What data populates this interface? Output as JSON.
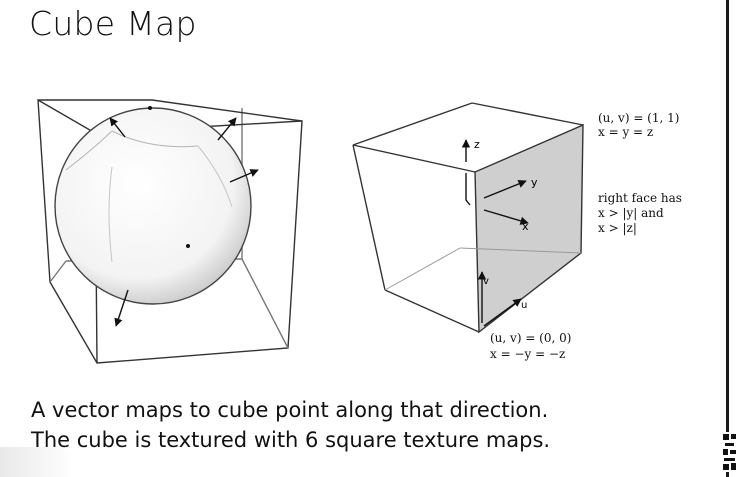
{
  "slide": {
    "title": "Cube Map",
    "bullets": [
      "A vector maps to cube point along that direction.",
      "The cube is textured with 6 square texture maps."
    ]
  },
  "diagram": {
    "axis_labels": {
      "z": "z",
      "y": "y",
      "x": "x",
      "v": "v",
      "u": "u"
    },
    "annotation_top": {
      "line1": "(u, v) = (1, 1)",
      "line2": "x = y = z"
    },
    "annotation_right": {
      "line1": "right face has",
      "line2": "x > |y| and",
      "line3": "x > |z|"
    },
    "annotation_bottom": {
      "line1": "(u, v) = (0, 0)",
      "line2": "x = −y = −z"
    },
    "colors": {
      "face_fill": "#cfcfcf",
      "sphere_fill": "#ffffff",
      "line": "#222222"
    }
  }
}
